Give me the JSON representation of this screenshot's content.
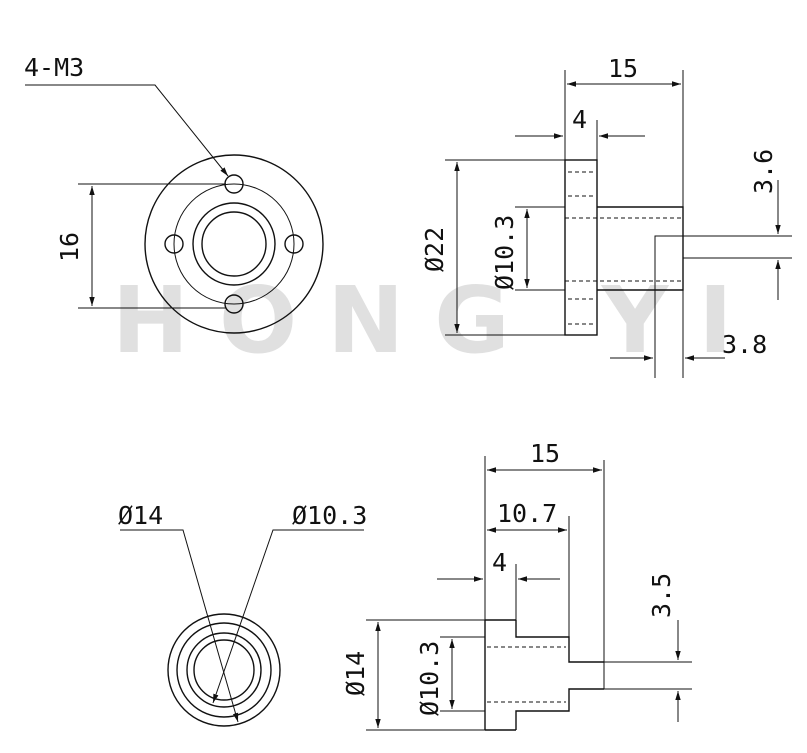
{
  "watermark": "HONG YI",
  "flange_nut": {
    "thread_callout": "4-M3",
    "hole_spacing": "16",
    "length_total": "15",
    "flange_thickness": "4",
    "flange_diameter": "Ø22",
    "bore_diameter": "Ø10.3",
    "step_height": "3.6",
    "offset": "3.8"
  },
  "sleeve_nut": {
    "outer_diameter": "Ø14",
    "bore_diameter": "Ø10.3",
    "length_total": "15",
    "inner_length": "10.7",
    "collar_thickness": "4",
    "step_height": "3.5",
    "side_outer_diameter": "Ø14",
    "side_bore_diameter": "Ø10.3"
  }
}
